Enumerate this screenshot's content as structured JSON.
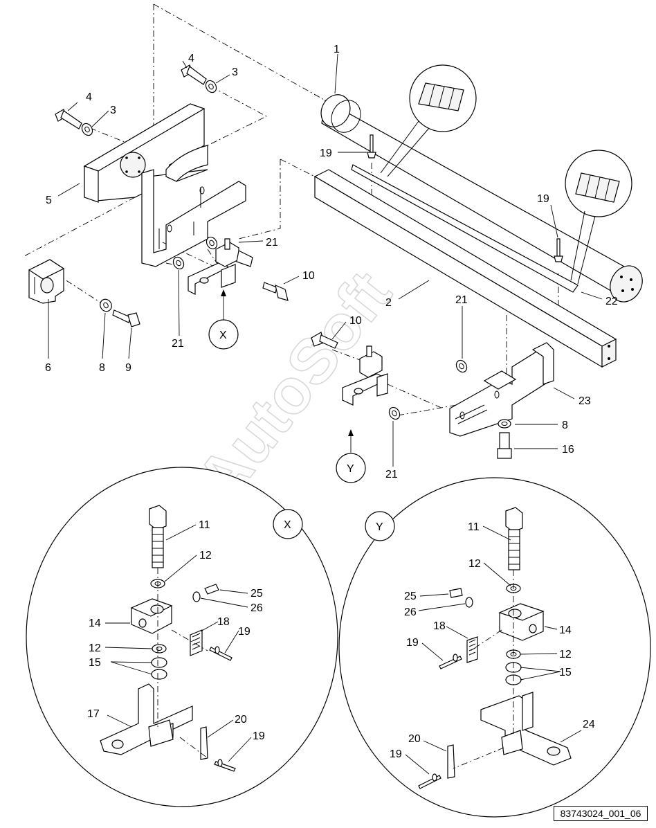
{
  "labels": {
    "l1": "1",
    "l2": "2",
    "l3a": "3",
    "l3b": "3",
    "l4a": "4",
    "l4b": "4",
    "l5": "5",
    "l6": "6",
    "l8a": "8",
    "l8b": "8",
    "l9": "9",
    "l10a": "10",
    "l10b": "10",
    "l16": "16",
    "l19a": "19",
    "l19b": "19",
    "l21a": "21",
    "l21b": "21",
    "l21c": "21",
    "l21d": "21",
    "l22": "22",
    "l23": "23",
    "lX": "X",
    "lY": "Y",
    "x11": "11",
    "x12a": "12",
    "x25": "25",
    "x26": "26",
    "x14": "14",
    "x18": "18",
    "x19a": "19",
    "x12b": "12",
    "x15": "15",
    "x17": "17",
    "x20": "20",
    "x19b": "19",
    "xTitle": "X",
    "y11": "11",
    "y12a": "12",
    "y25": "25",
    "y26": "26",
    "y14": "14",
    "y18": "18",
    "y19a": "19",
    "y12b": "12",
    "y15": "15",
    "y24": "24",
    "y20": "20",
    "y19b": "19",
    "yTitle": "Y"
  },
  "watermark": "AutoSoft",
  "drawing_code": "83743024_001_06"
}
